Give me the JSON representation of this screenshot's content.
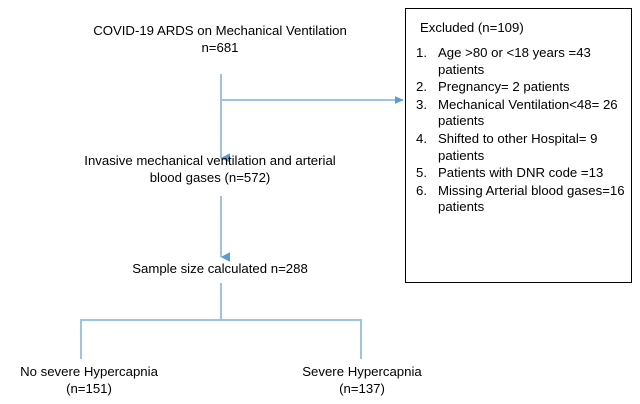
{
  "colors": {
    "connector_line": "#9DC3E6",
    "connector_arrow": "#5B9BD5",
    "box_border": "#000000",
    "text": "#000000",
    "background": "#FFFFFF"
  },
  "flow": {
    "enrollment": "COVID-19 ARDS on Mechanical Ventilation\nn=681",
    "eligible": "Invasive mechanical ventilation and arterial\nblood gases (n=572)",
    "sample": "Sample size calculated n=288",
    "arms": [
      {
        "label": "No severe Hypercapnia\n(n=151)"
      },
      {
        "label": "Severe Hypercapnia\n(n=137)"
      }
    ]
  },
  "excluded": {
    "title": "Excluded (n=109)",
    "items": [
      {
        "num": "1.",
        "text": "Age >80 or <18 years =43 patients"
      },
      {
        "num": "2.",
        "text": "Pregnancy= 2 patients"
      },
      {
        "num": "3.",
        "text": "Mechanical Ventilation<48= 26 patients"
      },
      {
        "num": "4.",
        "text": "Shifted to other Hospital= 9 patients"
      },
      {
        "num": "5.",
        "text": "Patients with DNR code =13"
      },
      {
        "num": "6.",
        "text": "Missing Arterial blood gases=16 patients"
      }
    ]
  }
}
